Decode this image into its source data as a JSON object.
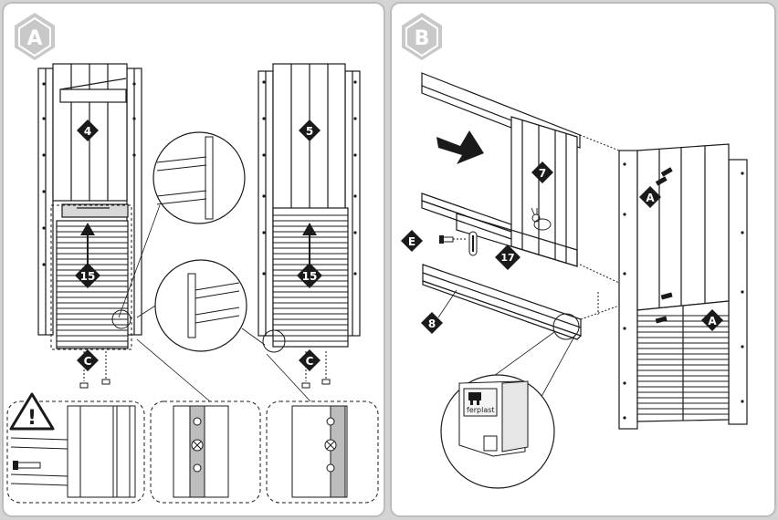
{
  "panels": {
    "a": {
      "badge": "A"
    },
    "b": {
      "badge": "B"
    }
  },
  "callouts": {
    "part_4": "4",
    "part_5": "5",
    "part_15_left": "15",
    "part_15_right": "15",
    "screw_c_left": "C",
    "screw_c_right": "C",
    "part_7": "7",
    "part_17": "17",
    "screw_e": "E",
    "part_8": "8",
    "screw_a_top": "A",
    "screw_a_bottom": "A"
  },
  "warning": {
    "symbol": "!"
  },
  "brand": {
    "label": "ferplast"
  },
  "colors": {
    "background": "#d4d4d4",
    "panel": "#ffffff",
    "line": "#1a1a1a",
    "callout_fill": "#1a1a1a",
    "badge_fill": "#c8c8c8",
    "detail_fill": "#bdbdbd"
  },
  "icons": {
    "warning": "warning-triangle-icon",
    "arrow": "direction-arrow-icon"
  }
}
